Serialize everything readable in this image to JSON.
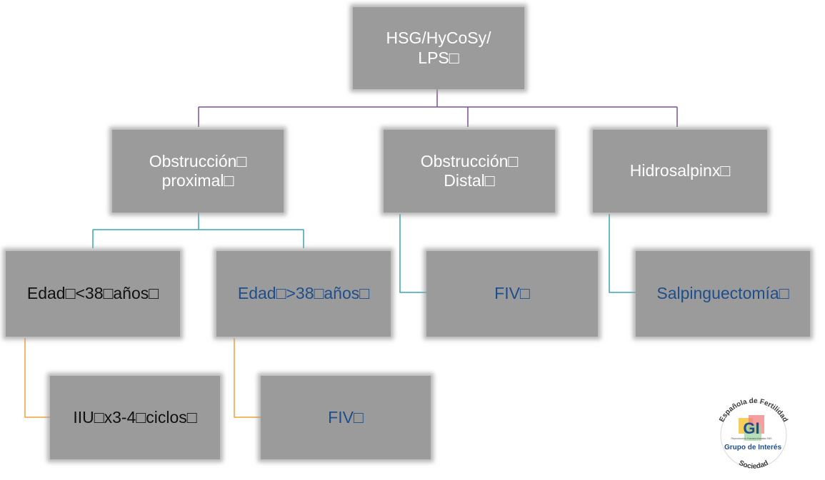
{
  "colors": {
    "node_fill": "#9b9b9b",
    "connector_level1": "#7a4fa0",
    "connector_level2": "#3aa5b5",
    "connector_level3": "#f0a03c",
    "text_white": "#ffffff",
    "text_black": "#111111",
    "text_blue": "#1f4e8c"
  },
  "nodes": {
    "root": "HSG/HyCoSy/\nLPS□",
    "obstruccion_proximal": "Obstrucción□\nproximal□",
    "obstruccion_distal": "Obstrucción□\nDistal□",
    "hidrosalpinx": "Hidrosalpinx□",
    "edad_menor_38": "Edad□<38□años□",
    "edad_mayor_38": "Edad□>38□años□",
    "fiv_distal": "FIV□",
    "salpinguectomia": "Salpinguectomía□",
    "iiu": "IIU□x3-4□ciclos□",
    "fiv_edad": "FIV□"
  },
  "logo": {
    "ring_text_top": "Española de Fertilidad",
    "ring_text_bottom": "Sociedad",
    "center_text": "GI",
    "sub_text": "Grupo de Interés",
    "small_text": "Reproducción Humana Asistida SNS",
    "icon": "sef-gi-logo-icon"
  }
}
